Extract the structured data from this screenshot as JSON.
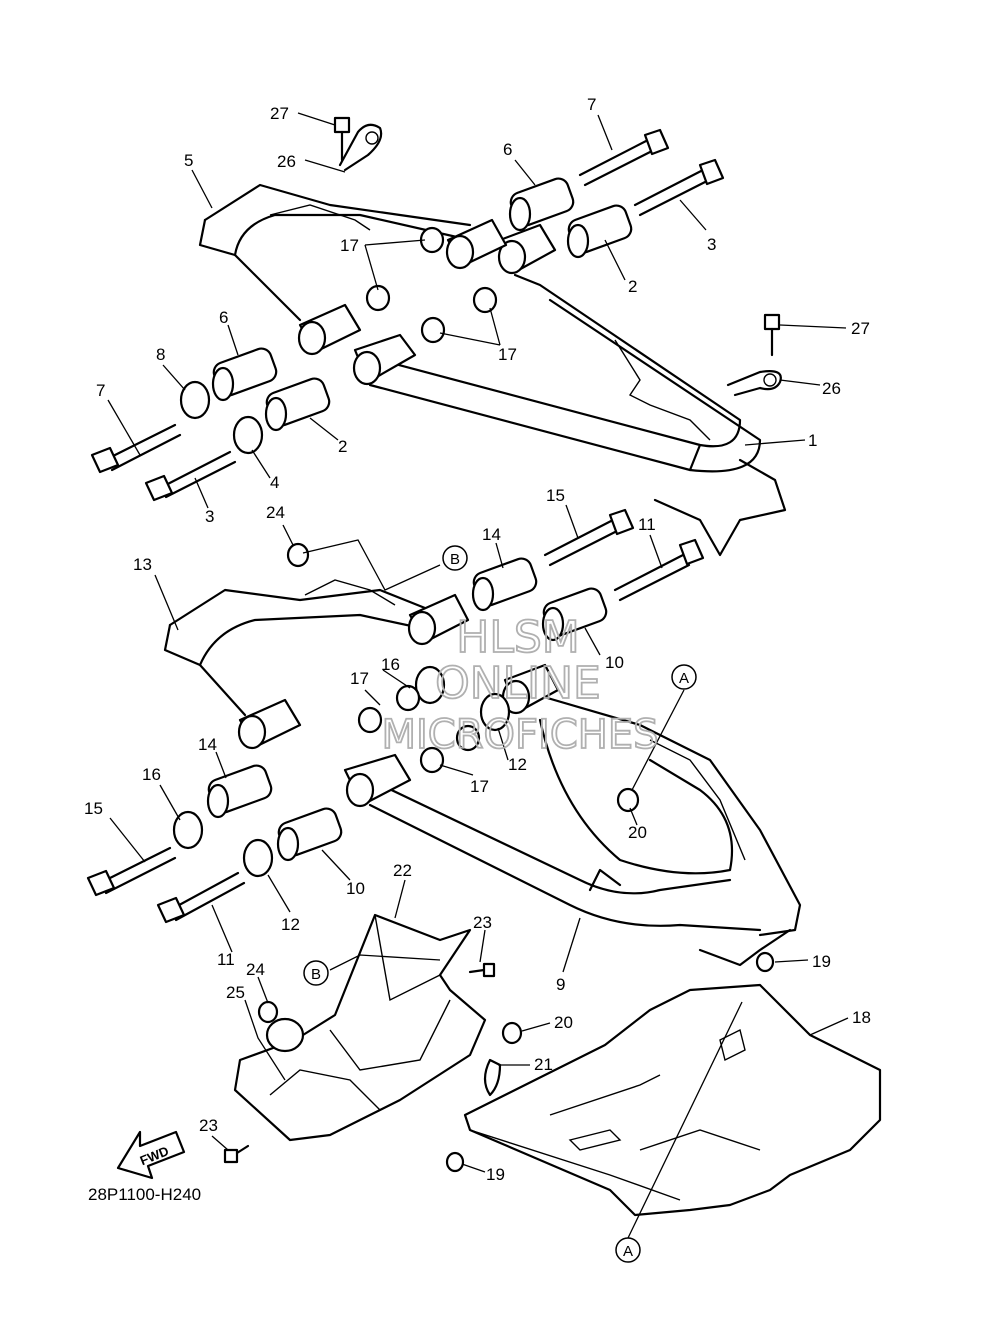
{
  "watermark": {
    "line1": "HLSM",
    "line2": "ONLINE",
    "line3": "MICROFICHES"
  },
  "diagram_code": "28P1100-H240",
  "fwd_label": "FWD",
  "ref_markers": {
    "a": "A",
    "b": "B"
  },
  "callouts": {
    "c27a": "27",
    "c26a": "26",
    "c5": "5",
    "c6a": "6",
    "c7a": "7",
    "c3a": "3",
    "c17a": "17",
    "c2a": "2",
    "c27b": "27",
    "c6b": "6",
    "c8": "8",
    "c7b": "7",
    "c17b": "17",
    "c26b": "26",
    "c1": "1",
    "c2b": "2",
    "c4": "4",
    "c3b": "3",
    "c24a": "24",
    "c15a": "15",
    "c14a": "14",
    "c11a": "11",
    "c13": "13",
    "c10a": "10",
    "c16a": "16",
    "c17c": "17",
    "c12a": "12",
    "c20a": "20",
    "c14b": "14",
    "c16b": "16",
    "c17d": "17",
    "c15b": "15",
    "c10b": "10",
    "c12b": "12",
    "c22": "22",
    "c23a": "23",
    "c11b": "11",
    "c9": "9",
    "c19a": "19",
    "c24b": "24",
    "c18": "18",
    "c25": "25",
    "c20b": "20",
    "c21": "21",
    "c23b": "23",
    "c19b": "19"
  }
}
